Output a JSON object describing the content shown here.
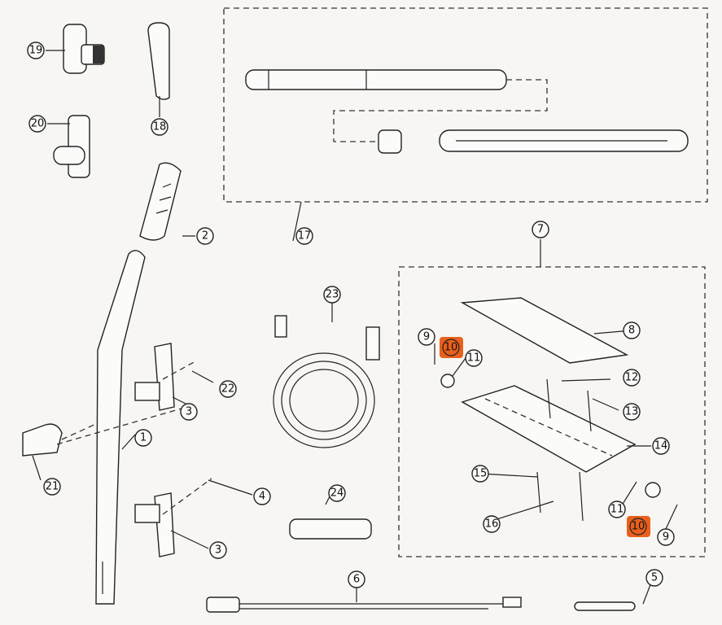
{
  "diagram": {
    "callouts": {
      "c1": "1",
      "c2": "2",
      "c3a": "3",
      "c3b": "3",
      "c4": "4",
      "c5": "5",
      "c6": "6",
      "c7": "7",
      "c8": "8",
      "c9a": "9",
      "c9b": "9",
      "c10a": "10",
      "c10b": "10",
      "c11a": "11",
      "c11b": "11",
      "c12": "12",
      "c13": "13",
      "c14": "14",
      "c15": "15",
      "c16": "16",
      "c17": "17",
      "c18": "18",
      "c19": "19",
      "c20": "20",
      "c21": "21",
      "c22": "22",
      "c23": "23",
      "c24": "24"
    },
    "highlight_color": "#e8601c"
  }
}
